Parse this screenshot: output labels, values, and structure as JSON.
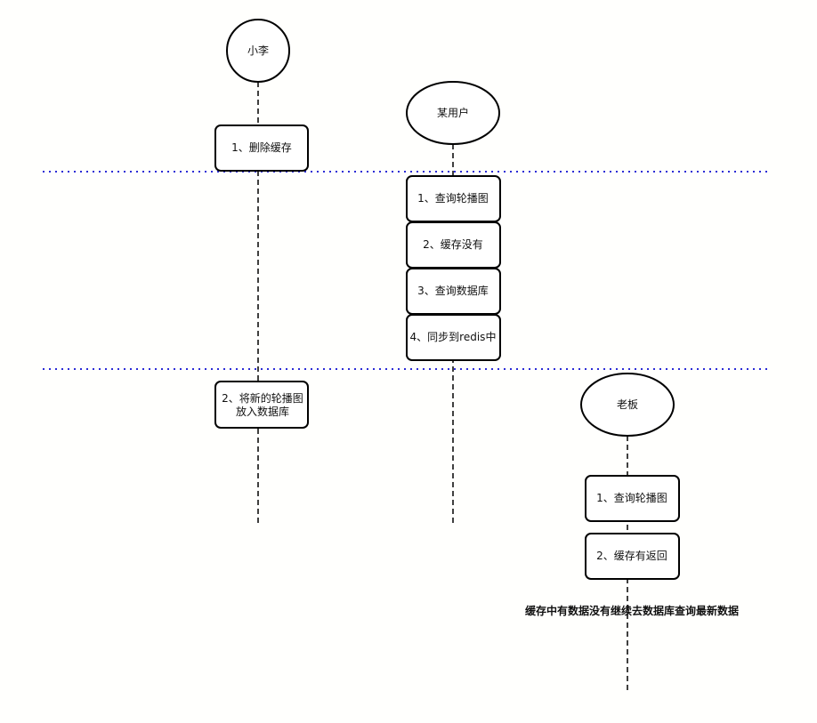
{
  "actors": {
    "xiaoli": "小李",
    "user": "某用户",
    "boss": "老板"
  },
  "xiaoli_steps": {
    "delete_cache": "1、删除缓存",
    "store_db_line1": "2、将新的轮播图",
    "store_db_line2": "放入数据库"
  },
  "user_steps": {
    "query_carousel": "1、查询轮播图",
    "cache_missing": "2、缓存没有",
    "query_db": "3、查询数据库",
    "sync_redis": "4、同步到redis中"
  },
  "boss_steps": {
    "query_carousel": "1、查询轮播图",
    "cache_returns": "2、缓存有返回"
  },
  "note": "缓存中有数据没有继续去数据库查询最新数据",
  "colors": {
    "separator": "#2b2bd6",
    "stroke": "#000000",
    "background": "#fffffd"
  }
}
